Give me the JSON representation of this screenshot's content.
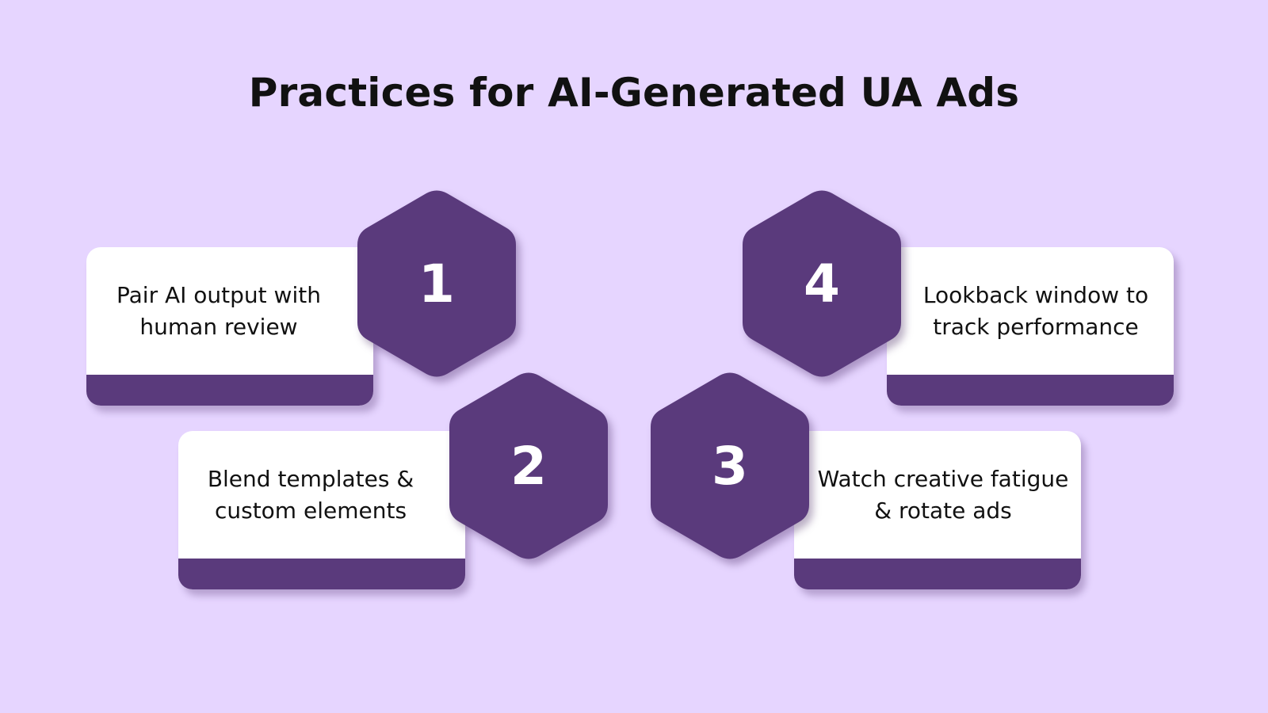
{
  "title": "Practices for AI-Generated UA Ads",
  "colors": {
    "background": "#e6d5ff",
    "accent": "#5a3a7c",
    "card": "#ffffff",
    "text": "#111111",
    "number": "#ffffff"
  },
  "practices": [
    {
      "number": "1",
      "text": "Pair AI output with human review"
    },
    {
      "number": "2",
      "text": "Blend templates & custom elements"
    },
    {
      "number": "3",
      "text": "Watch creative fatigue & rotate ads"
    },
    {
      "number": "4",
      "text": "Lookback window to track performance"
    }
  ]
}
